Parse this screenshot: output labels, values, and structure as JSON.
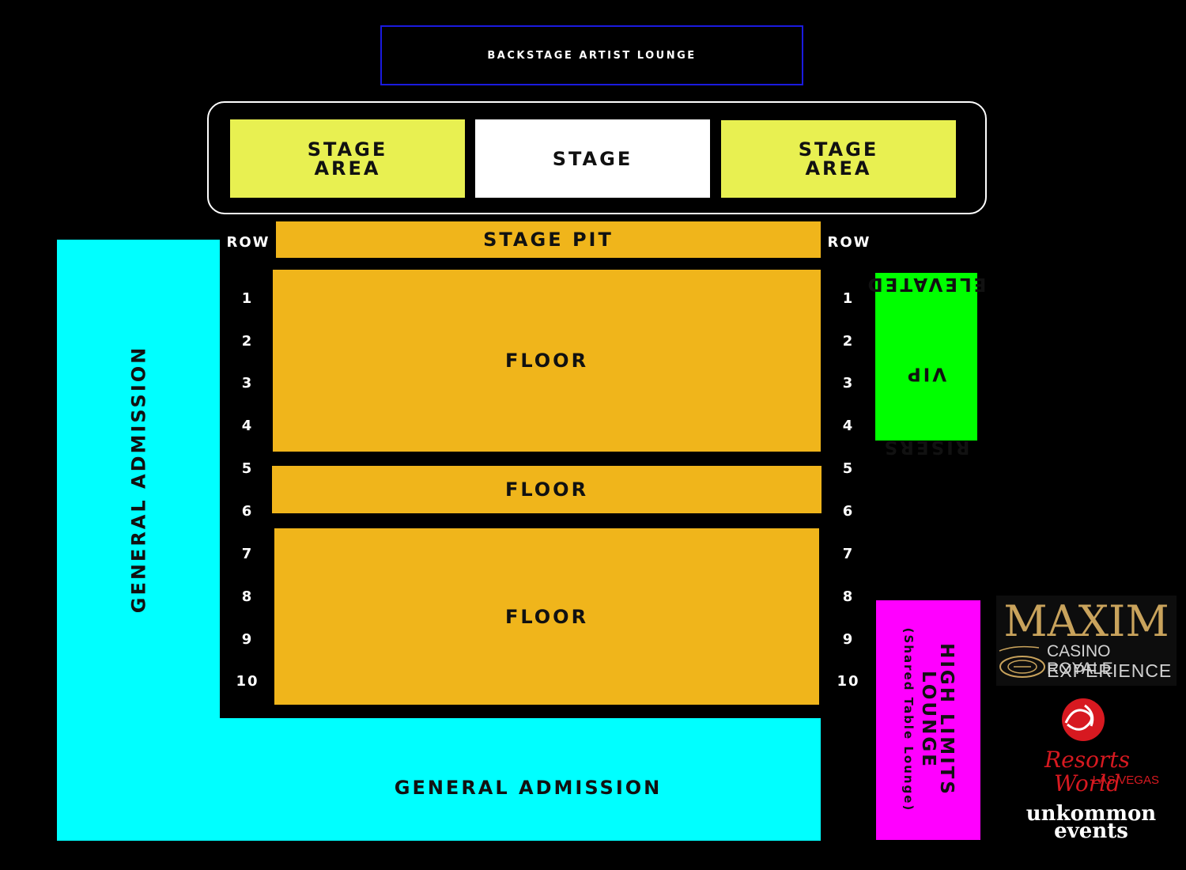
{
  "colors": {
    "background": "#000000",
    "stage_area": "#e8f051",
    "stage": "#ffffff",
    "floor": "#f0b51b",
    "general_admission": "#00ffff",
    "vip": "#00ff00",
    "high_limits": "#ff00ff",
    "backstage_border": "#1a1adf"
  },
  "backstage": {
    "label": "BACKSTAGE ARTIST LOUNGE"
  },
  "stage": {
    "left_line1": "STAGE",
    "left_line2": "AREA",
    "center": "STAGE",
    "right_line1": "STAGE",
    "right_line2": "AREA"
  },
  "stage_pit": "STAGE PIT",
  "row_header": "ROW",
  "rows": [
    "1",
    "2",
    "3",
    "4",
    "5",
    "6",
    "7",
    "8",
    "9",
    "10"
  ],
  "floor_labels": [
    "FLOOR",
    "FLOOR",
    "FLOOR"
  ],
  "general_admission": {
    "side": "GENERAL ADMISSION",
    "bottom": "GENERAL ADMISSION"
  },
  "vip": {
    "line1": "ELEVATED",
    "line2": "VIP",
    "line3": "RISERS"
  },
  "high_limits": {
    "line1": "HIGH LIMITS",
    "line2": "LOUNGE",
    "note": "(Shared Table Lounge)"
  },
  "logos": {
    "maxim_title": "MAXIM",
    "maxim_line2": "CASINO ROYALE",
    "maxim_line3": "EXPERIENCE",
    "resorts_script": "Resorts World",
    "resorts_sub": "LAS VEGAS",
    "unk_line1": "unkommon",
    "unk_line2": "events"
  }
}
